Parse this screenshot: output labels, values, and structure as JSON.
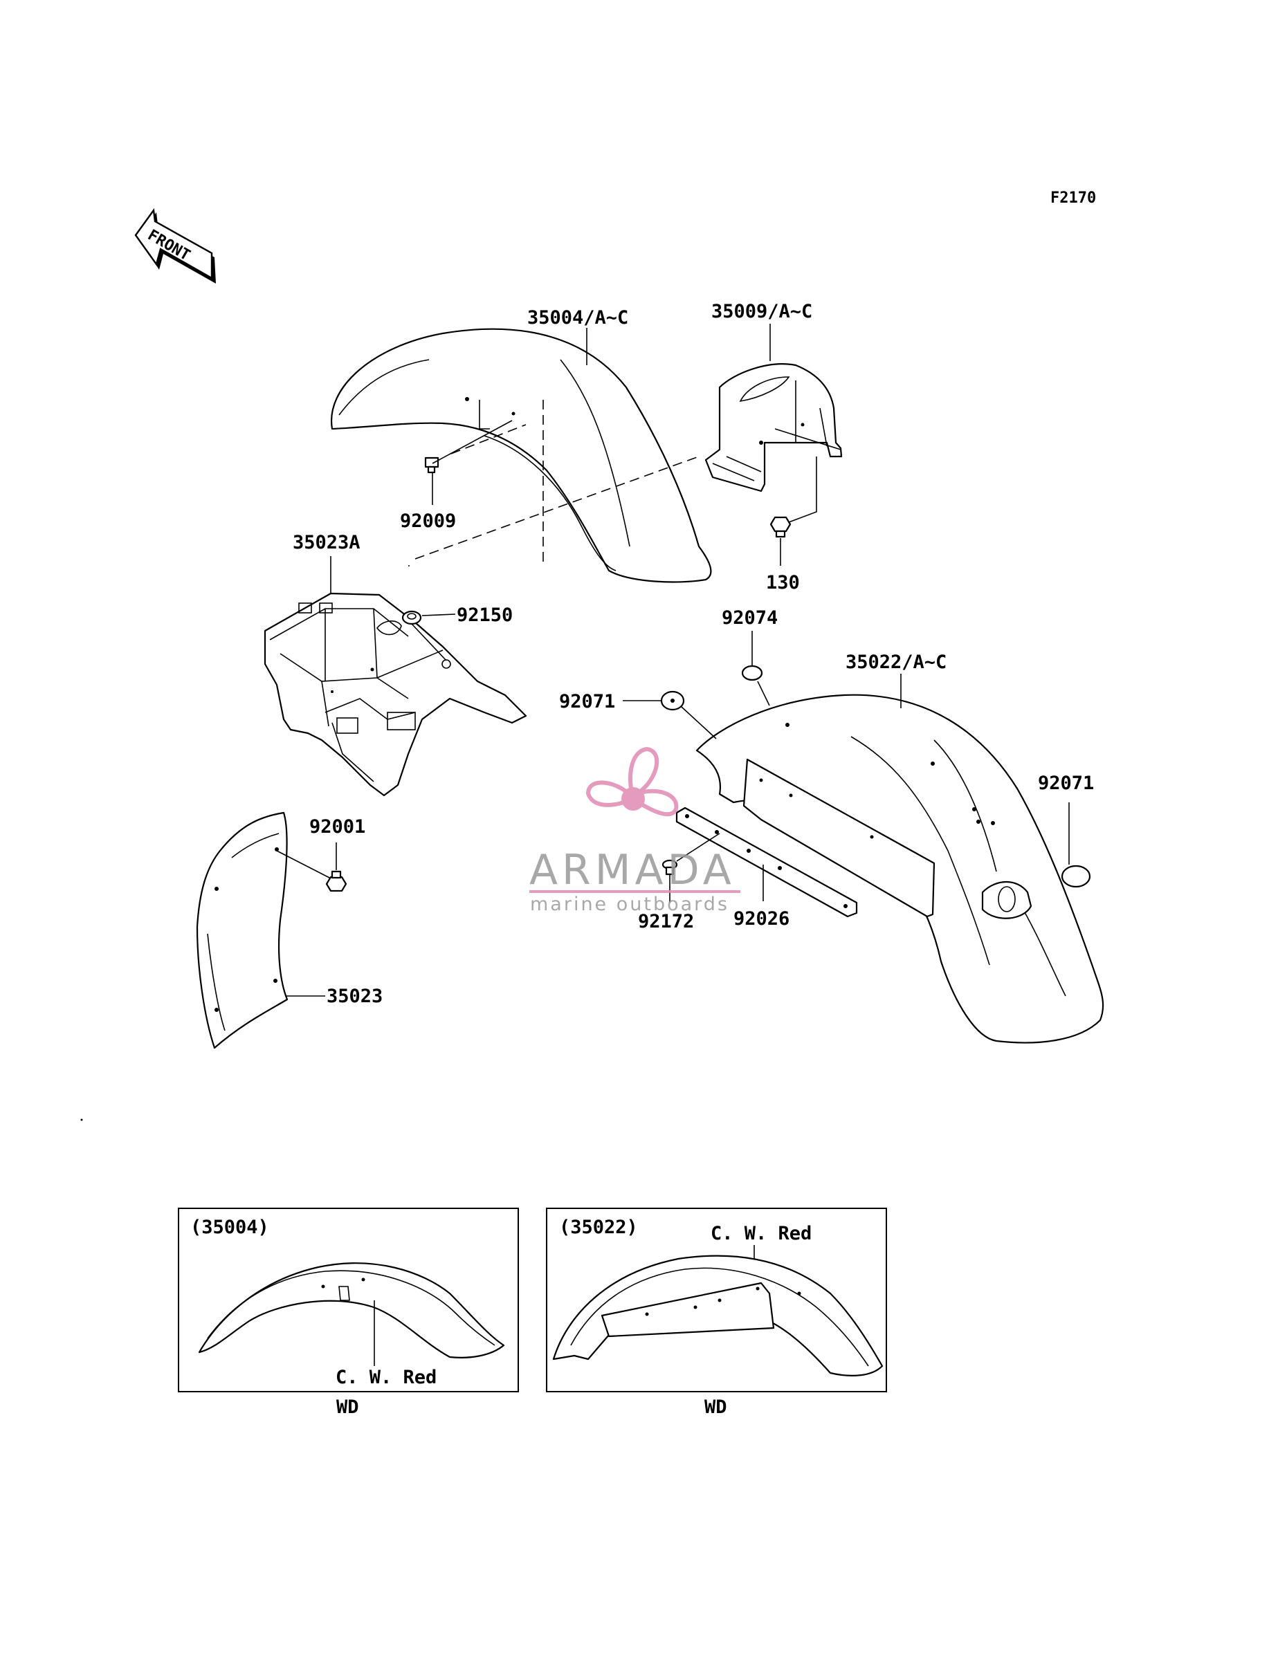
{
  "diagram_code": "F2170",
  "front_label": "FRONT",
  "parts": {
    "front_fender": "35004/A~C",
    "front_fender_bracket": "35009/A~C",
    "fender_bolt": "92009",
    "bracket_nut": "130",
    "rear_fender_bracket": "35023A",
    "rear_bracket_grommet": "92150",
    "cap": "92074",
    "rear_fender": "35022/A~C",
    "washer_left": "92071",
    "washer_right": "92071",
    "inner_fender_bolt": "92001",
    "inner_fender": "35023",
    "clip": "92172",
    "plate": "92026"
  },
  "detail_boxes": [
    {
      "part_ref": "(35004)",
      "note": "C. W. Red",
      "caption": "WD"
    },
    {
      "part_ref": "(35022)",
      "note": "C. W. Red",
      "caption": "WD"
    }
  ],
  "watermark": {
    "brand": "ARMADA",
    "tagline": "marine outboards",
    "color": "#e08ab2"
  }
}
